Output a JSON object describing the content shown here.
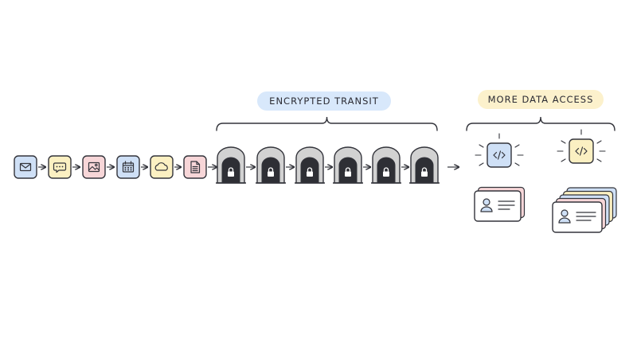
{
  "labels": {
    "encrypted_transit": "ENCRYPTED TRANSIT",
    "more_data_access": "MORE DATA ACCESS"
  },
  "colors": {
    "stroke": "#33343b",
    "blue": "#cfe0f6",
    "yellow": "#fbf0c2",
    "pink": "#f7d6d8",
    "pill_blue": "#d8e8fb",
    "pill_yellow": "#fcf1cc",
    "tunnel_fill": "#d2d2d2",
    "tunnel_door": "#2e2f35",
    "card_bg": "#ffffff",
    "card_stack": [
      "#f7d6d8",
      "#cfe0f6",
      "#fbf0c2",
      "#cfe0f6"
    ]
  },
  "data_items": [
    {
      "icon": "mail-icon",
      "color": "blue"
    },
    {
      "icon": "chat-bubble-icon",
      "color": "yellow"
    },
    {
      "icon": "image-icon",
      "color": "pink"
    },
    {
      "icon": "calendar-icon",
      "color": "blue"
    },
    {
      "icon": "cloud-icon",
      "color": "yellow"
    },
    {
      "icon": "document-icon",
      "color": "pink"
    }
  ],
  "tunnels": [
    {
      "icon": "lock-icon"
    },
    {
      "icon": "lock-icon"
    },
    {
      "icon": "lock-icon"
    },
    {
      "icon": "lock-icon"
    },
    {
      "icon": "lock-icon"
    },
    {
      "icon": "lock-icon"
    }
  ],
  "access_groups": [
    {
      "code_icon": "code-icon",
      "code_color": "blue",
      "card_layers": 2
    },
    {
      "code_icon": "code-icon",
      "code_color": "yellow",
      "card_layers": 5
    }
  ]
}
